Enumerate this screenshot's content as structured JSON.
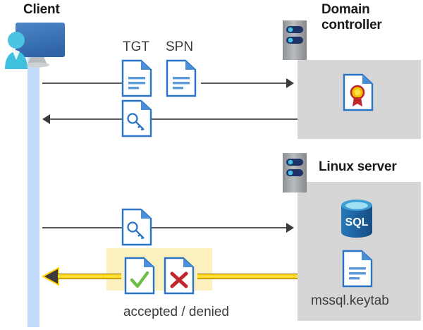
{
  "diagram": {
    "title_client": "Client",
    "title_domain_controller": "Domain\ncontroller",
    "title_domain_controller_line1": "Domain",
    "title_domain_controller_line2": "controller",
    "title_linux_server": "Linux server",
    "label_tgt": "TGT",
    "label_spn": "SPN",
    "label_keytab": "mssql.keytab",
    "label_result": "accepted / denied",
    "icons": {
      "client": "client-workstation-icon",
      "server_rack": "server-rack-icon",
      "document": "document-icon",
      "key_document": "key-document-icon",
      "certificate": "certificate-document-icon",
      "database": "sql-database-icon",
      "accepted": "document-check-icon",
      "denied": "document-x-icon"
    },
    "colors": {
      "panel_gray": "#d6d6d6",
      "lifeline_blue": "#c3dcfb",
      "highlight_yellow": "#fdf0bf",
      "doc_border_blue": "#2a74c8",
      "doc_fold_blue": "#4a8fd8",
      "arrow_gray": "#595959",
      "arrow_gold": "#ffd000",
      "accent_green": "#6cbe45",
      "accent_red": "#c0272d",
      "sql_blue": "#1a659e",
      "monitor_blue": "#3f72b8",
      "person_cyan": "#4cc3e0",
      "cert_gold": "#f2c200"
    }
  }
}
